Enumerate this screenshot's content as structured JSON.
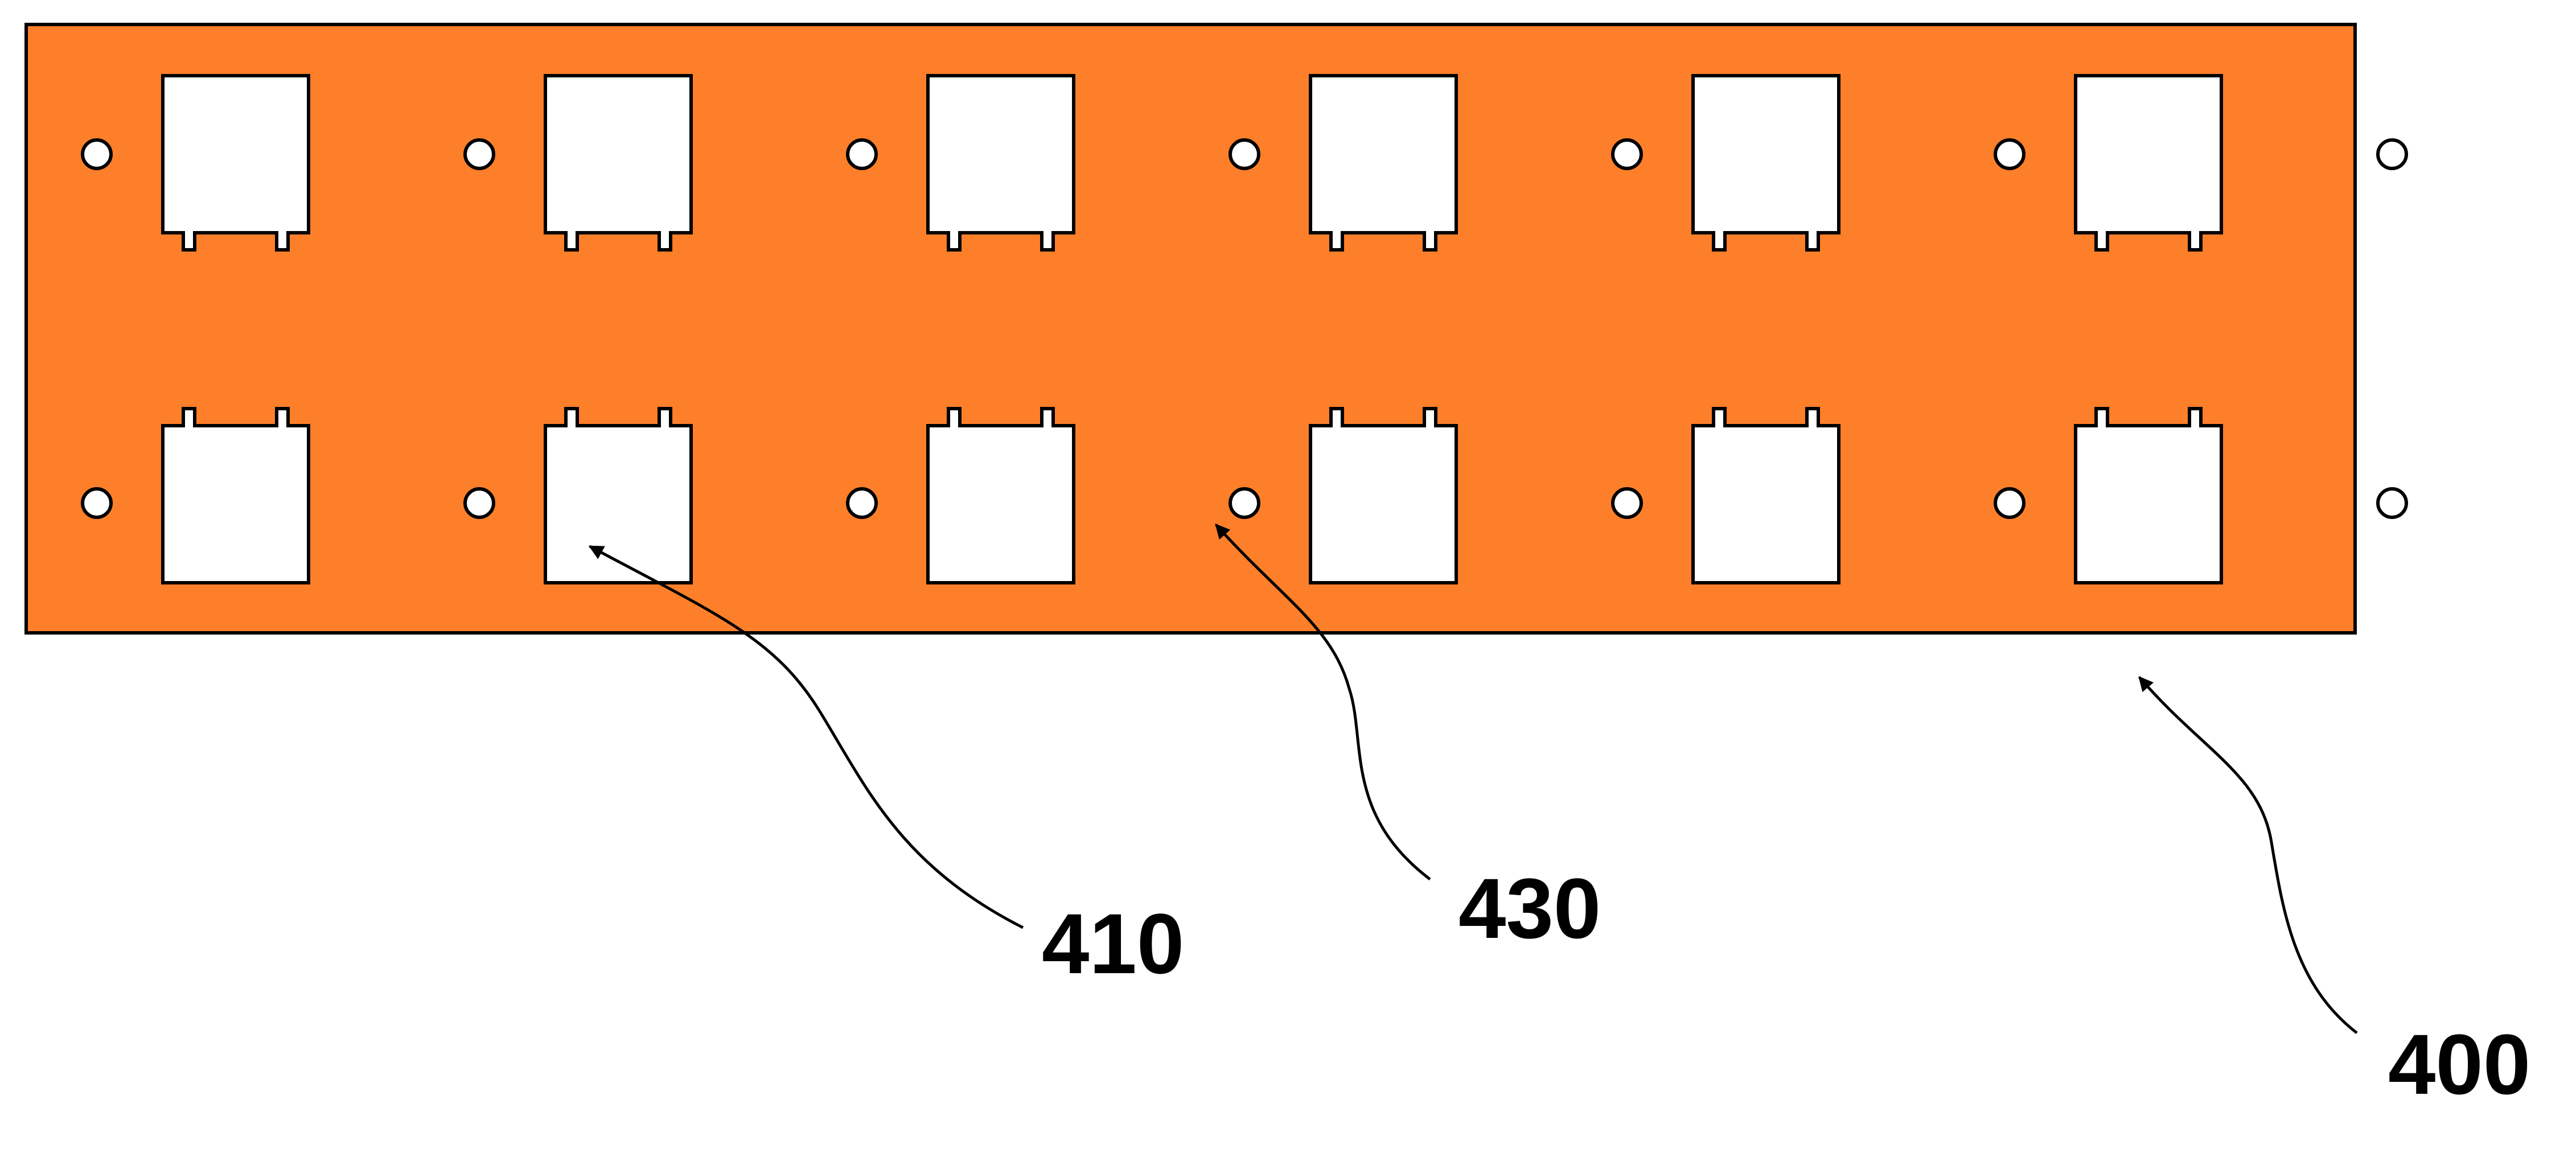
{
  "figure": {
    "plate_color": "#FE7F2A",
    "line_color": "#000000",
    "cutout_color": "#FFFFFF",
    "layout": {
      "rows": 2,
      "square_cutouts_per_row": 6,
      "round_holes_per_row": 7,
      "top_row_tabs": "bottom",
      "bottom_row_tabs": "top"
    }
  },
  "labels": {
    "plate": "400",
    "square_cutout": "410",
    "round_hole": "430"
  }
}
